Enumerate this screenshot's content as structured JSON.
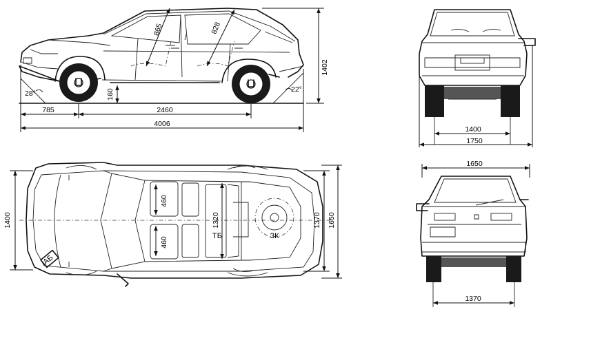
{
  "diagram": {
    "side_view": {
      "height": "1402",
      "front_overhang": "785",
      "wheelbase": "2460",
      "length": "4006",
      "approach_angle": "28°",
      "departure_angle": "22°",
      "ground_clearance": "160",
      "front_seat": "865",
      "rear_seat": "828"
    },
    "top_view": {
      "width_inner": "1400",
      "interior_width": "1370",
      "overall_width": "1650",
      "seat_front": "460",
      "seat_rear": "460",
      "interior_length": "1320",
      "battery_label": "АБ",
      "fuel_tank_label": "ТБ",
      "spare_wheel_label": "ЗК"
    },
    "rear_view": {
      "track": "1400",
      "width": "1750"
    },
    "front_view": {
      "width": "1650",
      "track": "1370"
    }
  }
}
